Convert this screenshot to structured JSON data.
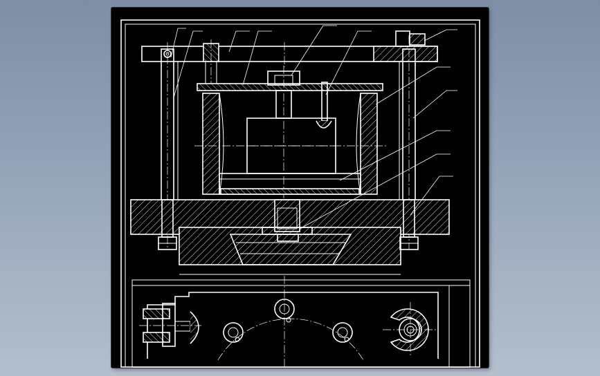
{
  "window": {
    "background_top": "#7d8ea6",
    "background_bottom": "#b3bfcd"
  },
  "drawing": {
    "background_color": "#000000",
    "line_color": "#ffffff",
    "views": [
      "front-section-view",
      "top-partial-view"
    ],
    "part_count_markers": 12
  },
  "icons": {
    "nut": "hex-nut-icon",
    "bolt": "bolt-icon",
    "bushing": "bushing-icon"
  }
}
